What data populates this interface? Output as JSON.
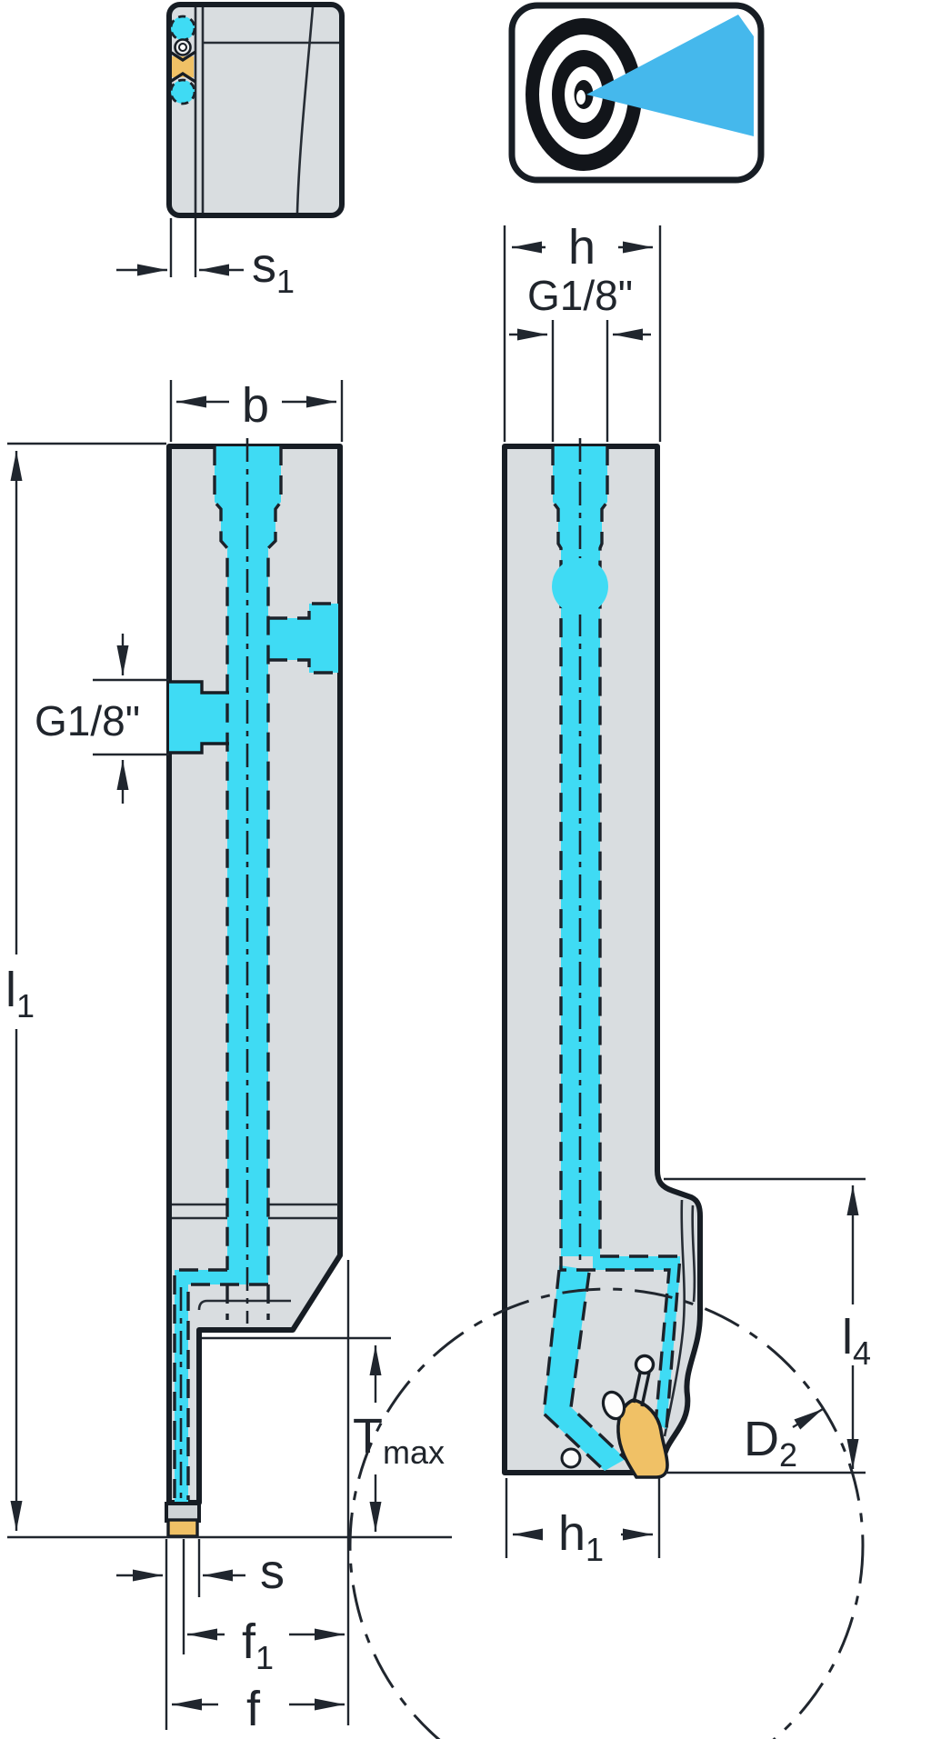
{
  "drawing": {
    "type": "technical-dimension-drawing",
    "views": [
      "top-view-shank",
      "front-view-tool",
      "side-view-tool"
    ],
    "icon": "precision-coolant-target-icon"
  },
  "labels": {
    "s1": {
      "base": "s",
      "sub": "1"
    },
    "b": {
      "base": "b"
    },
    "h": {
      "base": "h"
    },
    "g18_top": {
      "text": "G1/8\""
    },
    "g18_side": {
      "text": "G1/8\""
    },
    "l1": {
      "base": "l",
      "sub": "1"
    },
    "tmax": {
      "base": "T",
      "sub": "max"
    },
    "s": {
      "base": "s"
    },
    "f1": {
      "base": "f",
      "sub": "1"
    },
    "f": {
      "base": "f"
    },
    "h1": {
      "base": "h",
      "sub": "1"
    },
    "l4": {
      "base": "l",
      "sub": "4"
    },
    "d2": {
      "base": "D",
      "sub": "2"
    }
  },
  "colors": {
    "body_grey": "#d9dde0",
    "outline": "#171d24",
    "dimension_lines": "#20262e",
    "coolant_cyan": "#3fdbf4",
    "beam_cyan": "#45b8ec",
    "insert_yellow": "#f0c166",
    "seat_grey": "#ced3d6",
    "background": "#ffffff"
  }
}
